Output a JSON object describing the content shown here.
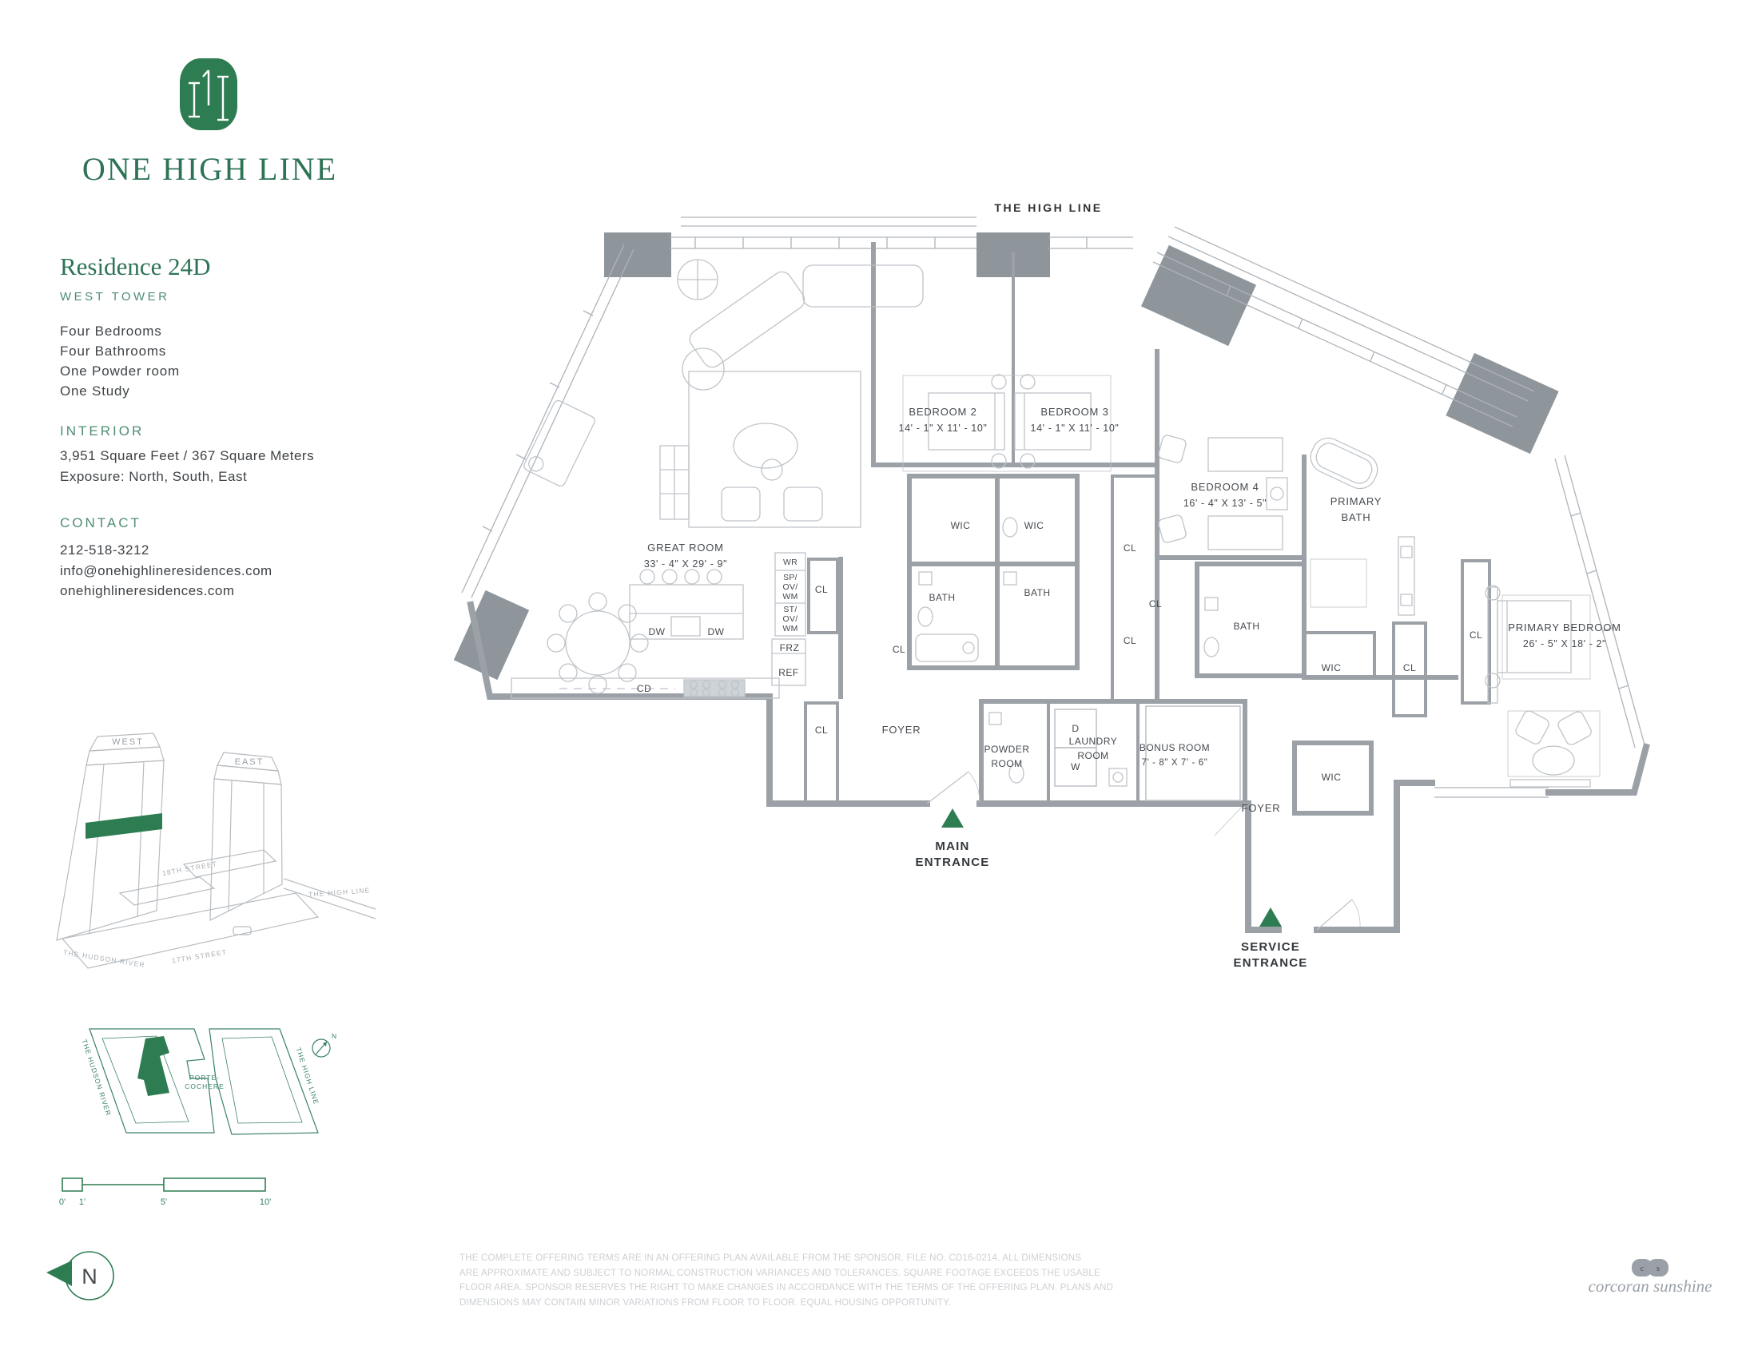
{
  "sidebar": {
    "brand": "ONE HIGH LINE",
    "residence_title": "Residence 24D",
    "tower": "WEST TOWER",
    "features": [
      "Four Bedrooms",
      "Four Bathrooms",
      "One Powder room",
      "One Study"
    ],
    "interior_heading": "INTERIOR",
    "interior_area": "3,951 Square Feet / 367 Square Meters",
    "interior_exposure": "Exposure: North, South, East",
    "contact_heading": "CONTACT",
    "phone": "212-518-3212",
    "email": "info@onehighlineresidences.com",
    "website": "onehighlineresidences.com"
  },
  "axon": {
    "west": "WEST",
    "east": "EAST",
    "street18": "18TH STREET",
    "street17": "17TH STREET",
    "hudson": "THE HUDSON RIVER",
    "highline": "THE HIGH LINE"
  },
  "siteplan": {
    "porte1": "PORTE-",
    "porte2": "COCHERE",
    "hudson": "THE HUDSON RIVER",
    "highline": "THE HIGH LINE",
    "north": "N"
  },
  "scalebar": {
    "t0": "0'",
    "t1": "1'",
    "t5": "5'",
    "t10": "10'"
  },
  "compass": {
    "n": "N"
  },
  "plan": {
    "context_label": "THE HIGH LINE",
    "rooms": {
      "great_room": {
        "name": "GREAT ROOM",
        "dims": "33' - 4\" X 29' - 9\""
      },
      "bedroom2": {
        "name": "BEDROOM 2",
        "dims": "14' - 1\" X 11' - 10\""
      },
      "bedroom3": {
        "name": "BEDROOM 3",
        "dims": "14' - 1\" X 11' - 10\""
      },
      "bedroom4": {
        "name": "BEDROOM 4",
        "dims": "16' - 4\" X 13' - 5\""
      },
      "primary_bedroom": {
        "name": "PRIMARY BEDROOM",
        "dims": "26' - 5\" X 18' - 2\""
      },
      "primary_bath_l1": "PRIMARY",
      "primary_bath_l2": "BATH",
      "bath": "BATH",
      "powder_l1": "POWDER",
      "powder_l2": "ROOM",
      "laundry_l1": "LAUNDRY",
      "laundry_l2": "ROOM",
      "bonus": {
        "name": "BONUS ROOM",
        "dims": "7' - 8\" X 7' - 6\""
      },
      "foyer": "FOYER",
      "wic": "WIC",
      "cl": "CL"
    },
    "fixtures": {
      "wr": "WR",
      "sp1": "SP/",
      "sp2": "OV/",
      "sp3": "WM",
      "st1": "ST/",
      "st2": "OV/",
      "st3": "WM",
      "frz": "FRZ",
      "ref": "REF",
      "dw": "DW",
      "cd": "CD",
      "d": "D",
      "w": "W"
    },
    "entrances": {
      "main_l1": "MAIN",
      "main_l2": "ENTRANCE",
      "service_l1": "SERVICE",
      "service_l2": "ENTRANCE"
    }
  },
  "footer": {
    "disclaimer": [
      "THE COMPLETE OFFERING TERMS ARE IN AN OFFERING PLAN AVAILABLE FROM THE SPONSOR. FILE NO. CD16-0214. ALL DIMENSIONS",
      "ARE APPROXIMATE AND SUBJECT TO NORMAL CONSTRUCTION VARIANCES AND TOLERANCES. SQUARE FOOTAGE EXCEEDS THE USABLE",
      "FLOOR AREA. SPONSOR RESERVES THE RIGHT TO MAKE CHANGES IN ACCORDANCE WITH THE TERMS OF THE OFFERING PLAN. PLANS AND",
      "DIMENSIONS MAY CONTAIN MINOR VARIATIONS FROM FLOOR TO FLOOR. EQUAL HOUSING OPPORTUNITY."
    ],
    "logo_text": "corcoran sunshine"
  },
  "colors": {
    "brand_green": "#2e7d52",
    "heading_green": "#4f8d72",
    "wall_gray": "#9ba1a7",
    "column_gray": "#8e959b",
    "furniture_gray": "#b9bfc4",
    "text_dark": "#3f4347",
    "disclaimer_gray": "#cdd0d4",
    "logo_gray": "#9aa0a8"
  }
}
